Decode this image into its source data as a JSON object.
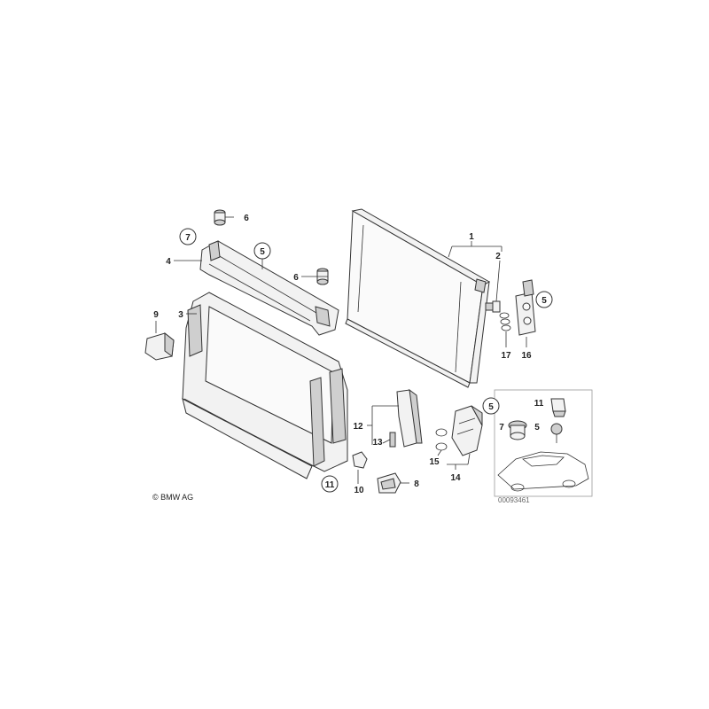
{
  "callouts": {
    "c1": "1",
    "c2": "2",
    "c3": "3",
    "c4": "4",
    "c5a": "5",
    "c5b": "5",
    "c5c": "5",
    "c5d": "5",
    "c6a": "6",
    "c6b": "6",
    "c7a": "7",
    "c7b": "7",
    "c8": "8",
    "c9": "9",
    "c10": "10",
    "c11a": "11",
    "c11b": "11",
    "c12": "12",
    "c13": "13",
    "c14": "14",
    "c15": "15",
    "c16": "16",
    "c17": "17"
  },
  "copyright": "© BMW AG",
  "document_number": "00093461"
}
